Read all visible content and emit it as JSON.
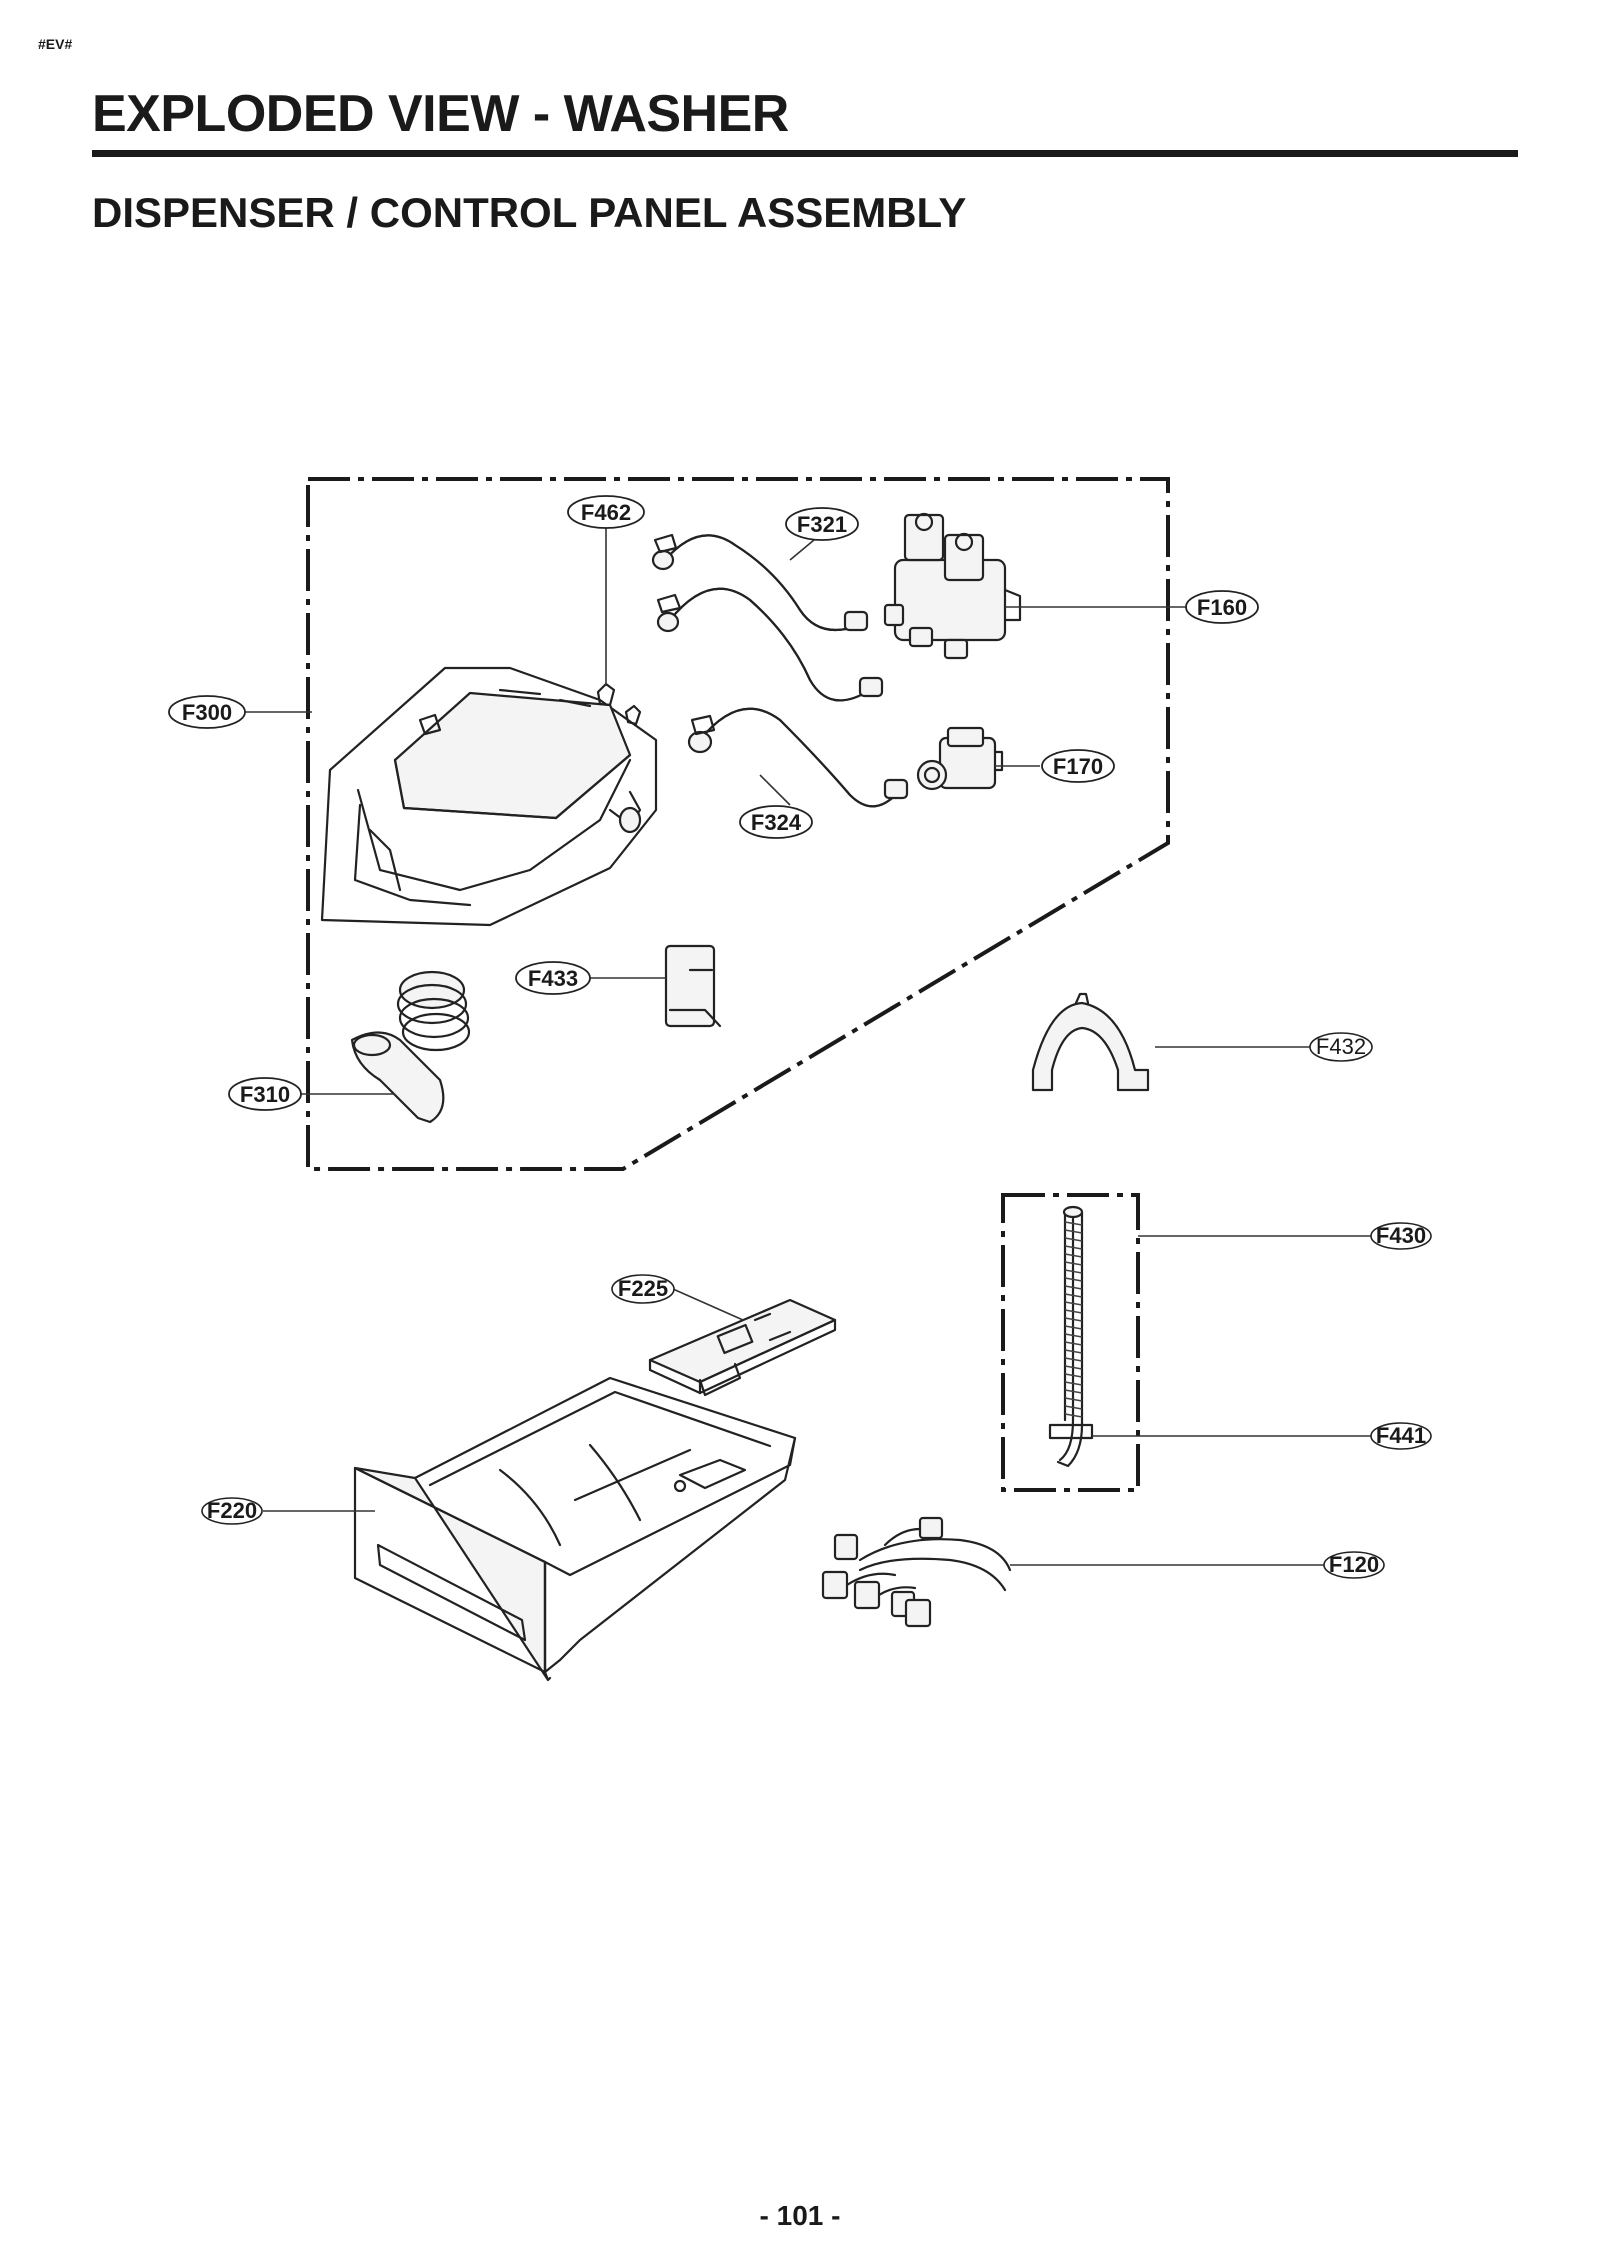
{
  "header": {
    "tag": "#EV#",
    "title": "EXPLODED VIEW - WASHER",
    "subtitle": "DISPENSER / CONTROL PANEL ASSEMBLY"
  },
  "callouts": {
    "F462": "F462",
    "F321": "F321",
    "F160": "F160",
    "F300": "F300",
    "F170": "F170",
    "F324": "F324",
    "F433": "F433",
    "F432": "F432",
    "F310": "F310",
    "F430": "F430",
    "F225": "F225",
    "F441": "F441",
    "F220": "F220",
    "F120": "F120"
  },
  "footer": {
    "page_number": "- 101 -"
  }
}
